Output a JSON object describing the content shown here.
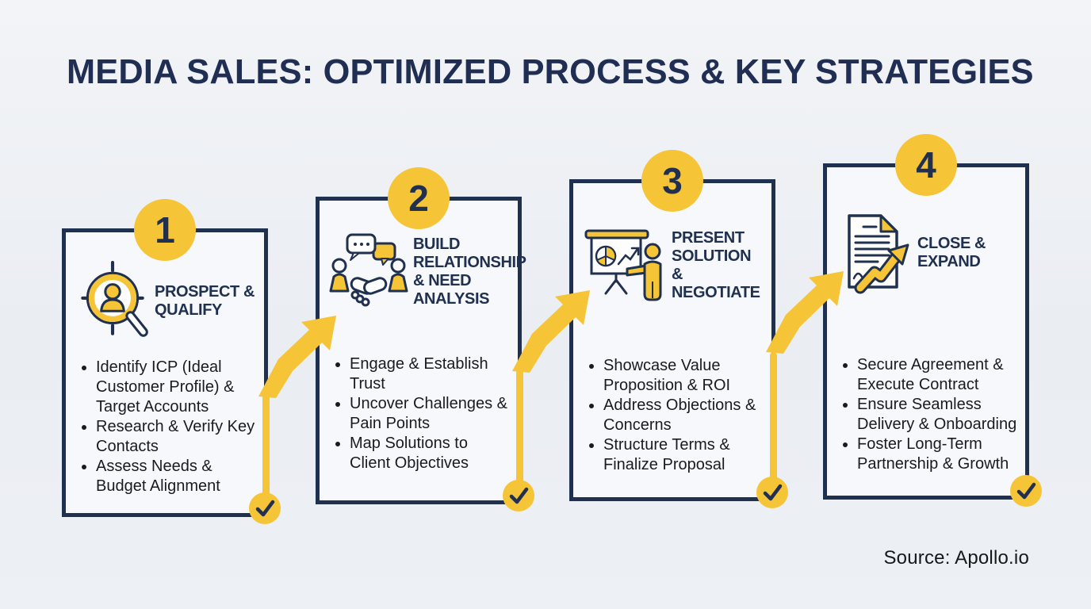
{
  "page": {
    "title": "MEDIA SALES: OPTIMIZED PROCESS & KEY STRATEGIES",
    "source": "Source: Apollo.io"
  },
  "colors": {
    "navy": "#20304f",
    "yellow": "#f5c437",
    "background": "#edf0f4",
    "card_background": "#f6f8fb",
    "body_text": "#1a1b1e"
  },
  "steps": [
    {
      "number": "1",
      "title": "PROSPECT & QUALIFY",
      "icon": "prospect-magnifier-icon",
      "bullets": [
        "Identify ICP (Ideal Customer Profile) & Target Accounts",
        "Research & Verify Key Contacts",
        "Assess Needs & Budget Alignment"
      ]
    },
    {
      "number": "2",
      "title": "BUILD RELATIONSHIP & NEED ANALYSIS",
      "icon": "handshake-icon",
      "bullets": [
        "Engage & Establish Trust",
        "Uncover Challenges & Pain Points",
        "Map Solutions to Client Objectives"
      ]
    },
    {
      "number": "3",
      "title": "PRESENT SOLUTION & NEGOTIATE",
      "icon": "presentation-icon",
      "bullets": [
        "Showcase Value Proposition & ROI",
        "Address Objections & Concerns",
        "Structure Terms & Finalize Proposal"
      ]
    },
    {
      "number": "4",
      "title": "CLOSE & EXPAND",
      "icon": "contract-growth-icon",
      "bullets": [
        "Secure Agreement & Execute Contract",
        "Ensure Seamless Delivery & Onboarding",
        "Foster Long-Term Partnership & Growth"
      ]
    }
  ]
}
